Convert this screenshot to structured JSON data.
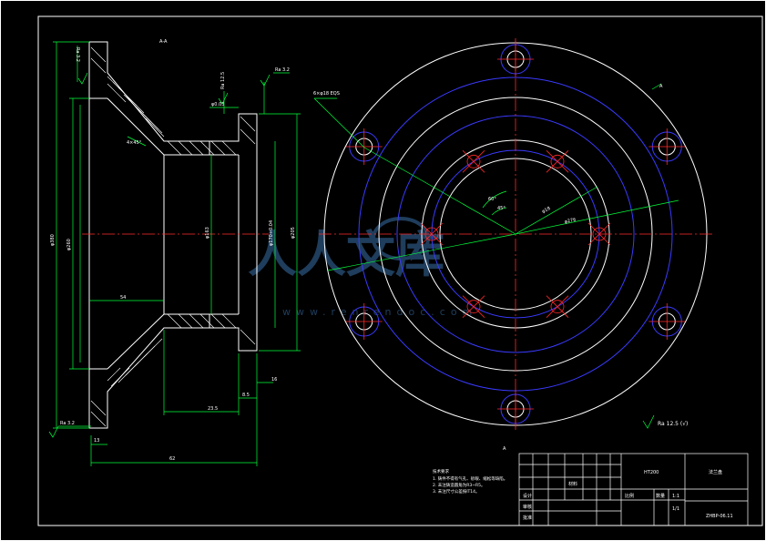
{
  "drawing": {
    "section_label": "A-A",
    "view_mark_top": "A",
    "view_mark_bottom": "A",
    "material": "HT200",
    "part_name": "法兰盘",
    "drawing_number": "ZHBP-06.11",
    "scale": "1:1",
    "sheet": "1/1",
    "surface_mark": "Ra 12.5 (√)"
  },
  "technical_requirements": {
    "title": "技术要求",
    "lines": [
      "1. 铸件不得有气孔、砂眼、缩松等缺陷。",
      "2. 未注铸造圆角为R3~R5。",
      "3. 未注尺寸公差按IT14。"
    ]
  },
  "dimensions": {
    "overall_length": "62",
    "hub_length": "23.5",
    "flange_thickness": "13",
    "bore_step": "54",
    "small_step": "8.5",
    "right_step": "16",
    "dia_outer": "φ380",
    "dia_bore": "φ163",
    "dia_hub": "φ205",
    "dia_hub_tol": "φ170+0.04",
    "dia_spigot": "φ260",
    "chamfer": "4×45°",
    "bolt_pcd": "φ276",
    "bolt_dia": "φ18",
    "angle_a": "60°",
    "angle_b": "45°",
    "roughness_1": "Ra 3.2",
    "roughness_2": "Ra 12.5",
    "roughness_3": "Ra 3.2",
    "roughness_4": "Ra 3.2",
    "hole_note": "6×φ18 EQS",
    "hole_note_2": "φ0.03"
  },
  "title_block": {
    "design_label": "设计",
    "check_label": "审核",
    "approve_label": "批准",
    "scale_label": "比例",
    "material_label": "材料",
    "qty_label": "数量"
  },
  "watermark": {
    "text": "人人文库",
    "url": "www.renrendoc.com"
  }
}
